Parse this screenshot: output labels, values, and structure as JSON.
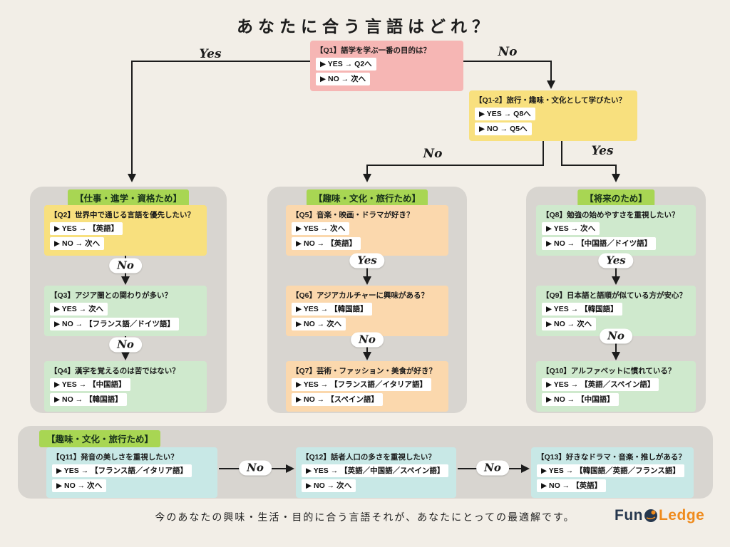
{
  "title": "あなたに合う言語はどれ？",
  "start": {
    "q1": {
      "title": "【Q1】語学を学ぶ一番の目的は？",
      "options": [
        "▶ YES → Q2へ",
        "▶ NO → 次へ"
      ]
    },
    "q1_2": {
      "title": "【Q1-2】旅行・趣味・文化として学びたい？",
      "options": [
        "▶ YES → Q8へ",
        "▶ NO → Q5へ"
      ]
    }
  },
  "labels": {
    "q1_yes": "Yes",
    "q1_no": "No",
    "q1_2_no": "No",
    "q1_2_yes": "Yes",
    "left_no1": "No",
    "left_no2": "No",
    "mid_yes": "Yes",
    "mid_no": "No",
    "right_yes": "Yes",
    "right_no": "No",
    "bottom_no1": "No",
    "bottom_no2": "No"
  },
  "columns": [
    {
      "header": "【仕事・進学・資格ため】",
      "boxes": [
        {
          "title": "【Q2】世界中で通じる言語を優先したい？",
          "options": [
            "▶ YES → 【英語】",
            "▶ NO → 次へ"
          ]
        },
        {
          "title": "【Q3】アジア圏との関わりが多い？",
          "options": [
            "▶ YES → 次へ",
            "▶ NO → 【フランス語／ドイツ語】"
          ]
        },
        {
          "title": "【Q4】漢字を覚えるのは苦ではない？",
          "options": [
            "▶ YES → 【中国語】",
            "▶ NO → 【韓国語】"
          ]
        }
      ]
    },
    {
      "header": "【趣味・文化・旅行ため】",
      "boxes": [
        {
          "title": "【Q5】音楽・映画・ドラマが好き？",
          "options": [
            "▶ YES → 次へ",
            "▶ NO → 【英語】"
          ]
        },
        {
          "title": "【Q6】アジアカルチャーに興味がある？",
          "options": [
            "▶ YES → 【韓国語】",
            "▶ NO → 次へ"
          ]
        },
        {
          "title": "【Q7】芸術・ファッション・美食が好き？",
          "options": [
            "▶ YES → 【フランス語／イタリア語】",
            "▶ NO → 【スペイン語】"
          ]
        }
      ]
    },
    {
      "header": "【将来のため】",
      "boxes": [
        {
          "title": "【Q8】勉強の始めやすさを重視したい？",
          "options": [
            "▶ YES → 次へ",
            "▶ NO → 【中国語／ドイツ語】"
          ]
        },
        {
          "title": "【Q9】日本語と語順が似ている方が安心？",
          "options": [
            "▶ YES → 【韓国語】",
            "▶ NO → 次へ"
          ]
        },
        {
          "title": "【Q10】アルファベットに慣れている？",
          "options": [
            "▶ YES → 【英語／スペイン語】",
            "▶ NO → 【中国語】"
          ]
        }
      ]
    }
  ],
  "bottom": {
    "header": "【趣味・文化・旅行ため】",
    "boxes": [
      {
        "title": "【Q11】発音の美しさを重視したい？",
        "options": [
          "▶ YES → 【フランス語／イタリア語】",
          "▶ NO → 次へ"
        ]
      },
      {
        "title": "【Q12】話者人口の多さを重視したい？",
        "options": [
          "▶ YES → 【英語／中国語／スペイン語】",
          "▶ NO → 次へ"
        ]
      },
      {
        "title": "【Q13】好きなドラマ・音楽・推しがある？",
        "options": [
          "▶ YES → 【韓国語／英語／フランス語】",
          "▶ NO → 【英語】"
        ]
      }
    ]
  },
  "footer": "今のあなたの興味・生活・目的に合う言語それが、あなたにとっての最適解です。",
  "logo": {
    "fun": "Fun",
    "ledge": "Ledge"
  },
  "colors": {
    "background": "#f2eee7",
    "panel": "#d8d5d0",
    "q1_pink": "#f6b6b4",
    "yellow": "#f8e07e",
    "green_box": "#cfe9cd",
    "peach": "#fbd8ad",
    "cyan": "#c8e8e6",
    "header_green": "#a8d653",
    "line": "#1c1c1c"
  }
}
